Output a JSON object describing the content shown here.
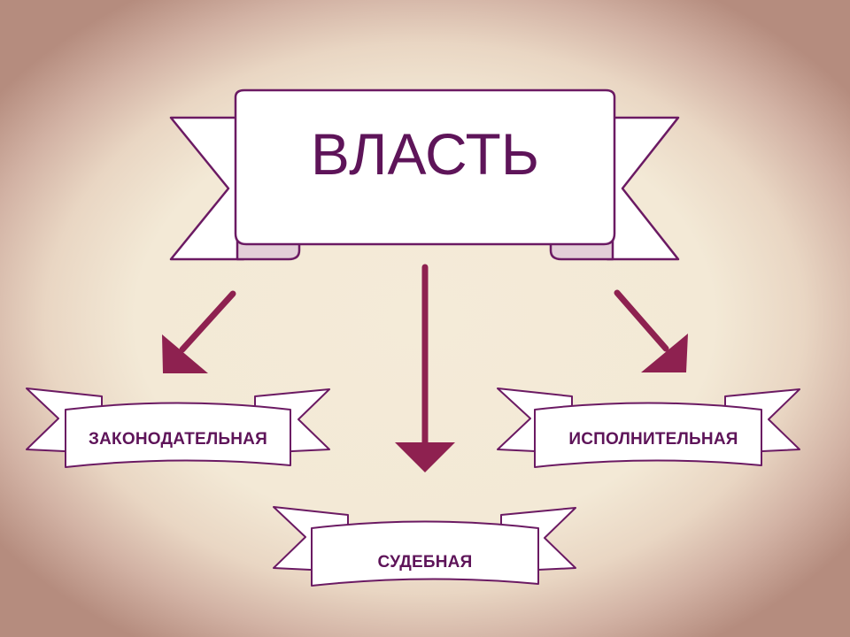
{
  "diagram": {
    "root": {
      "label": "ВЛАСТЬ"
    },
    "branches": [
      {
        "id": "legislative",
        "label": "ЗАКОНОДАТЕЛЬНАЯ"
      },
      {
        "id": "executive",
        "label": "ИСПОЛНИТЕЛЬНАЯ"
      },
      {
        "id": "judicial",
        "label": "СУДЕБНАЯ"
      }
    ]
  },
  "colors": {
    "stroke": "#6b1a63",
    "arrow": "#8e2150",
    "ribbon_fill": "#ffffff",
    "ribbon_fold": "#e3cfd8",
    "text": "#5e1459"
  }
}
